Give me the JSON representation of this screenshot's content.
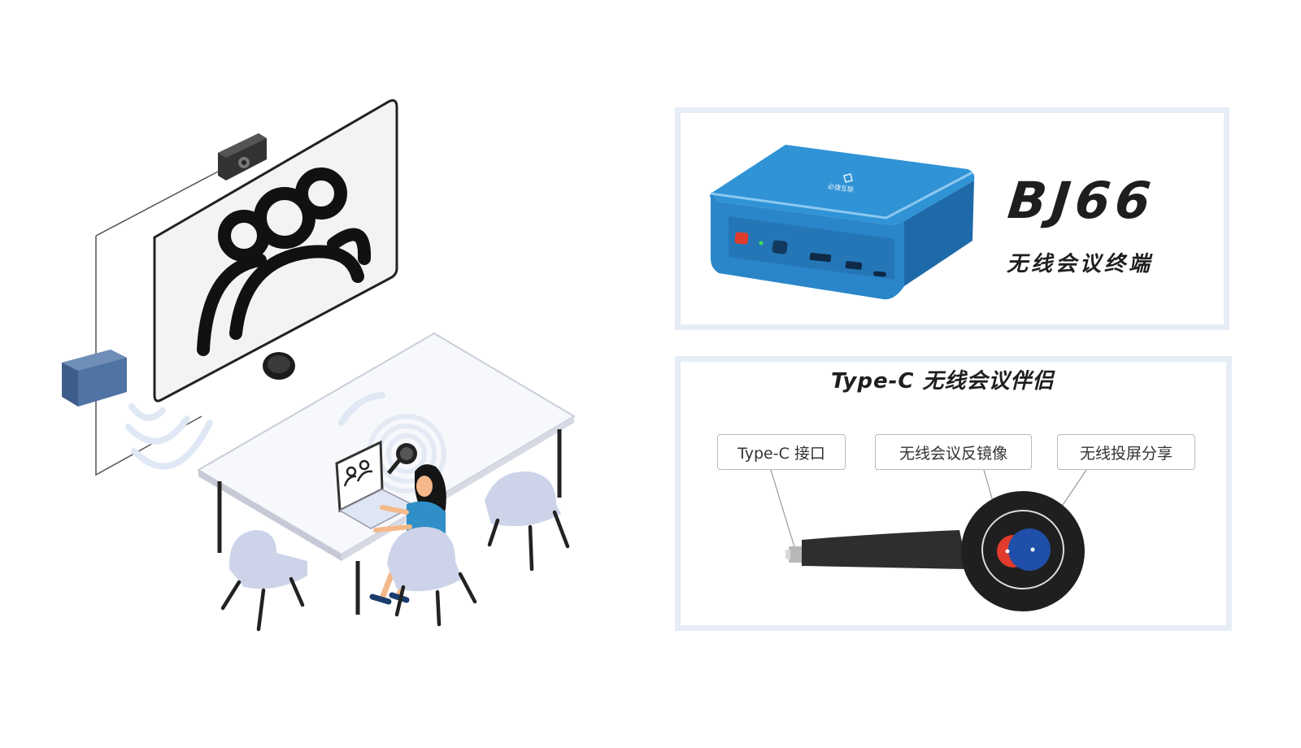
{
  "product": {
    "model": "BJ66",
    "subtitle": "无线会议终端",
    "brand_mark": "必捷互联"
  },
  "companion": {
    "title": "Type-C  无线会议伴侣",
    "callouts": [
      "Type-C 接口",
      "无线会议反镜像",
      "无线投屏分享"
    ]
  },
  "colors": {
    "panel_border": "#e6edf6",
    "device_blue": "#2a86c9",
    "red_button": "#e03b2c",
    "blue_button": "#1f4fa8",
    "wave": "#dfe8f4"
  }
}
